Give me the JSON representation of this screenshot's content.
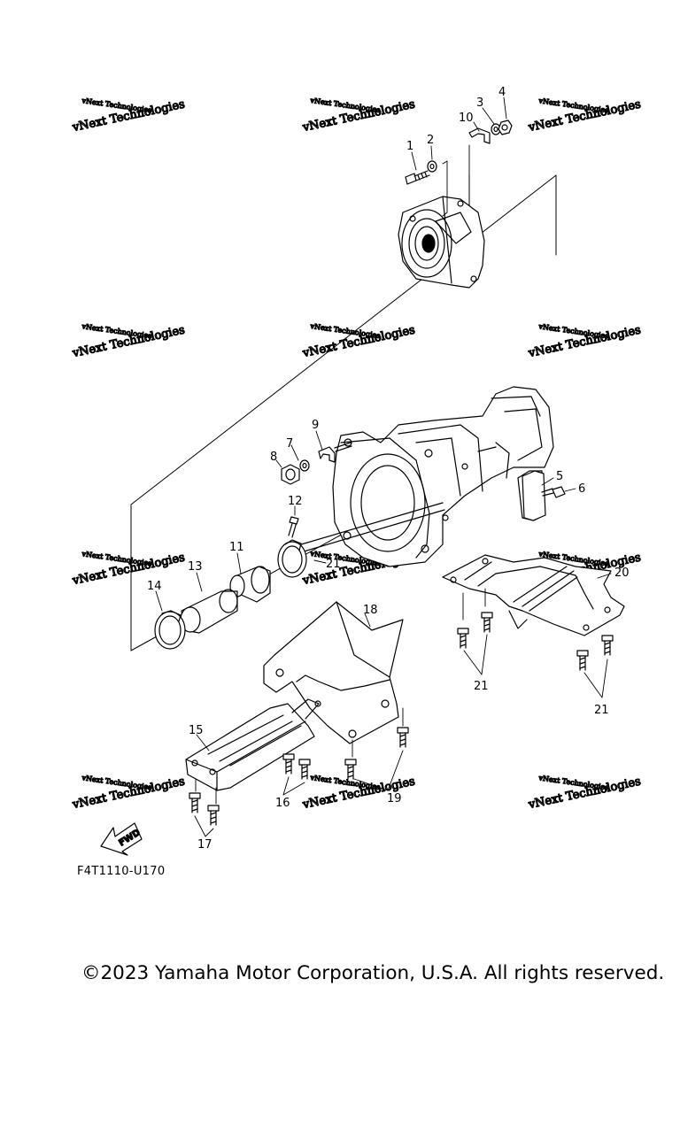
{
  "diagram": {
    "callouts": [
      "1",
      "2",
      "3",
      "4",
      "5",
      "6",
      "7",
      "8",
      "9",
      "10",
      "11",
      "12",
      "13",
      "14",
      "15",
      "16",
      "17",
      "18",
      "19",
      "20",
      "21",
      "21",
      "21"
    ],
    "watermark_text": "vNext Technologies",
    "fwd_label": "FWD",
    "drawing_code": "F4T1110-U170"
  },
  "footer": {
    "copyright": "©2023 Yamaha Motor Corporation, U.S.A. All rights reserved."
  }
}
